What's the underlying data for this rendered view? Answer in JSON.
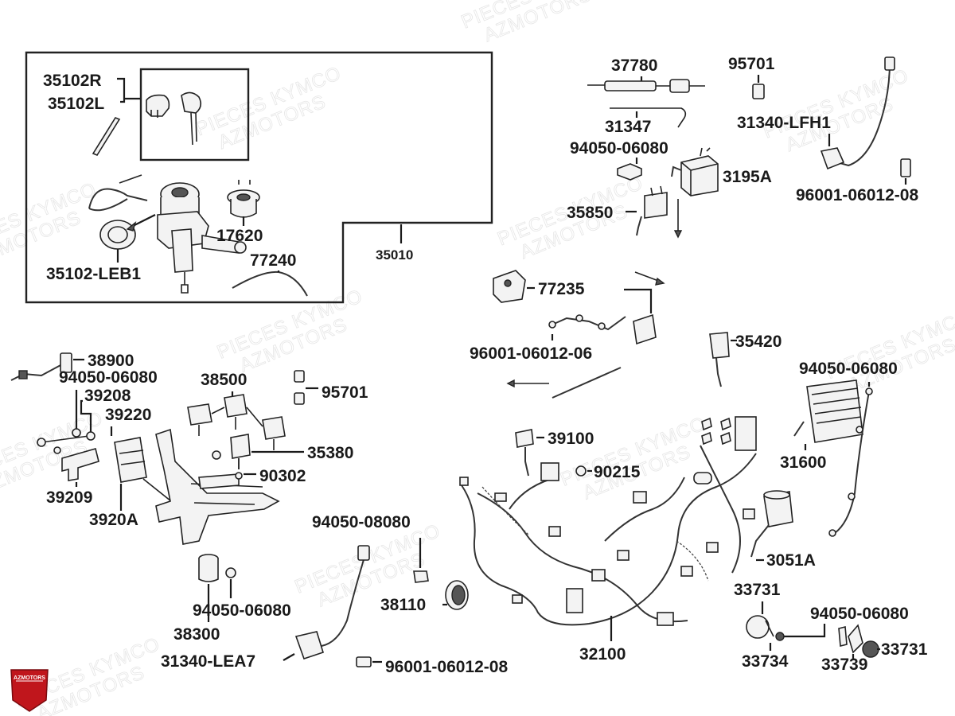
{
  "watermark": {
    "line1": "PIECES KYMCO",
    "line2": "AZMOTORS"
  },
  "logo": {
    "text": "AZMOTORS",
    "color": "#c0161c",
    "icon": "shield-logo-icon"
  },
  "colors": {
    "ink": "#1a1a1a",
    "part_fill": "#f3f3f3",
    "watermark": "#e6e6e6"
  },
  "labels": {
    "l35102R": "35102R",
    "l35102L": "35102L",
    "l17620": "17620",
    "l35102LEB1": "35102-LEB1",
    "l77240": "77240",
    "l35010": "35010",
    "l37780": "37780",
    "l31347": "31347",
    "l94050_top": "94050-06080",
    "l3195A": "3195A",
    "l35850": "35850",
    "l95701_top": "95701",
    "l31340LFH1": "31340-LFH1",
    "l96001_08_top": "96001-06012-08",
    "l77235": "77235",
    "l96001_06": "96001-06012-06",
    "l35420": "35420",
    "l94050_right": "94050-06080",
    "l31600": "31600",
    "l3051A": "3051A",
    "l33731_a": "33731",
    "l94050_br": "94050-06080",
    "l33731_b": "33731",
    "l33734": "33734",
    "l33739": "33739",
    "l32100": "32100",
    "l39100": "39100",
    "l90215": "90215",
    "l94050_08080": "94050-08080",
    "l38110": "38110",
    "l96001_08_bot": "96001-06012-08",
    "l31340LEA7": "31340-LEA7",
    "l38900": "38900",
    "l94050_left": "94050-06080",
    "l39208": "39208",
    "l39220": "39220",
    "l39209": "39209",
    "l3920A": "3920A",
    "l38500": "38500",
    "l95701_mid": "95701",
    "l35380": "35380",
    "l90302": "90302",
    "l38300": "38300",
    "l94050_mid": "94050-06080"
  }
}
